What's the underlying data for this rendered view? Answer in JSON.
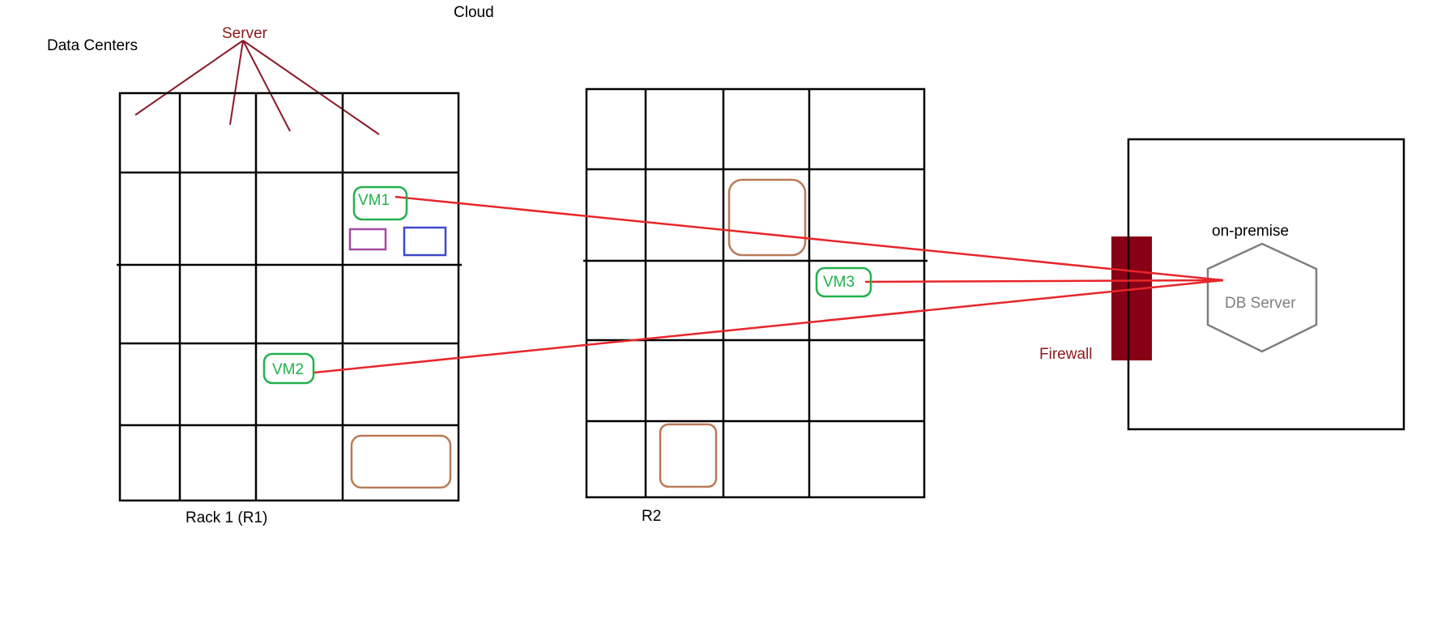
{
  "labels": {
    "cloud": "Cloud",
    "data_centers": "Data Centers",
    "server": "Server",
    "rack1": "Rack 1 (R1)",
    "rack2": "R2",
    "on_premise": "on-premise",
    "db_server": "DB Server",
    "firewall": "Firewall"
  },
  "vms": [
    {
      "id": "vm1",
      "label": "VM1"
    },
    {
      "id": "vm2",
      "label": "VM2"
    },
    {
      "id": "vm3",
      "label": "VM3"
    }
  ],
  "colors": {
    "grid": "#000000",
    "server_label": "#8b1a1a",
    "server_lines": "#8b1a2a",
    "vm": "#22b14c",
    "connection": "#e8262a",
    "firewall_fill": "#880015",
    "firewall_line": "#1a0000",
    "db_server": "#7f7f7f",
    "brown_box": "#b97a57",
    "purple_box": "#a349a4",
    "blue_box": "#3f48cc"
  }
}
